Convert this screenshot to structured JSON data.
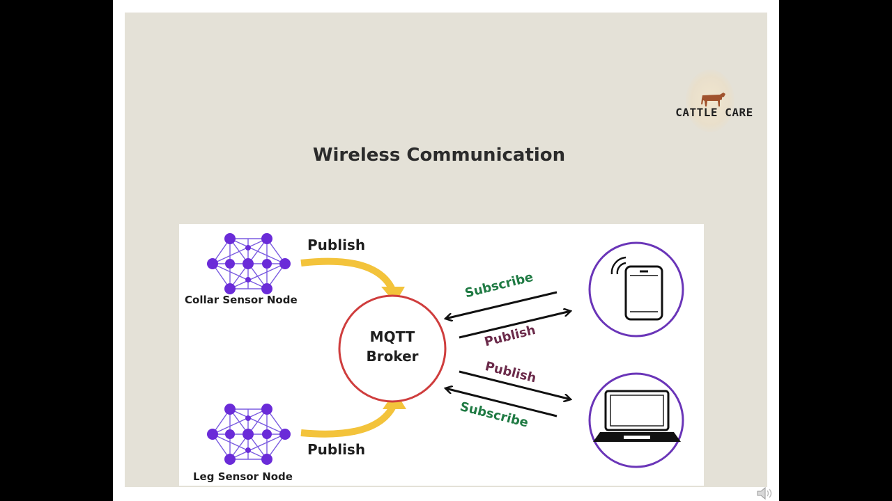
{
  "slide": {
    "title": "Wireless Communication",
    "logo": {
      "text": "CATTLE CARE",
      "icon": "cow-icon"
    }
  },
  "diagram": {
    "collar_node_label": "Collar Sensor Node",
    "leg_node_label": "Leg Sensor Node",
    "top_publish_label": "Publish",
    "bottom_publish_label": "Publish",
    "broker_label_line1": "MQTT",
    "broker_label_line2": "Broker",
    "phone_subscribe_label": "Subscribe",
    "phone_publish_label": "Publish",
    "laptop_publish_label": "Publish",
    "laptop_subscribe_label": "Subscribe",
    "devices": [
      "smartphone-icon",
      "laptop-icon"
    ]
  },
  "colors": {
    "slide_background": "#e4e1d7",
    "node_purple": "#6a2bd8",
    "arrow_yellow": "#f3c33b",
    "broker_red": "#cf3d3d",
    "device_circle": "#6a35b8",
    "subscribe_green": "#1f7a43",
    "publish_maroon": "#6b2a4a"
  },
  "player": {
    "sound_icon": "speaker-icon"
  }
}
